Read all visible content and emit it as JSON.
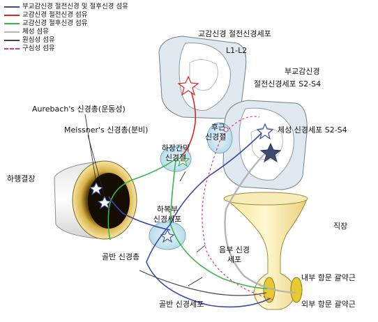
{
  "legend": [
    {
      "label": "부교감신경 절전신경 및 절후신경 섬유",
      "color": "#3b4aa8",
      "style": "solid"
    },
    {
      "label": "교감신경 절전신경 섬유",
      "color": "#e2231a",
      "style": "solid"
    },
    {
      "label": "교감신경 절후신경 섬유",
      "color": "#39b54a",
      "style": "solid"
    },
    {
      "label": "체성 섬유",
      "color": "#b5b5b5",
      "style": "solid"
    },
    {
      "label": "원심성 섬유",
      "color": "#444444",
      "style": "solid"
    },
    {
      "label": "구심성 섬유",
      "color": "#d9368a",
      "style": "dashed"
    }
  ],
  "labels": {
    "sympathetic_cells": "교감신경 절전신경세포",
    "l1_l2": "L1-L2",
    "parasympathetic_line1": "부교감신경",
    "parasympathetic_line2": "절전신경세포 S2-S4",
    "aurebach": "Aurebach's 신경총(운동성)",
    "meissner": "Meissner's 신경총(분비)",
    "dorsal_root_line1": "후근",
    "dorsal_root_line2": "신경절",
    "somatic_cells": "체성 신경세포 S2-S4",
    "inferior_mesenteric_line1": "하장간막",
    "inferior_mesenteric_line2": "신경절",
    "descending_colon": "하행결장",
    "hypogastric_line1": "하복부",
    "hypogastric_line2": "신경세포",
    "rectum": "직장",
    "pelvic_plexus": "골반 신경총",
    "pudendal_line1": "음부 신경",
    "pudendal_line2": "세포",
    "internal_sphincter": "내부 항문 괄약근",
    "pelvic_nerve_cells": "골반 신경세포",
    "external_sphincter": "외부 항문 괄약근"
  }
}
